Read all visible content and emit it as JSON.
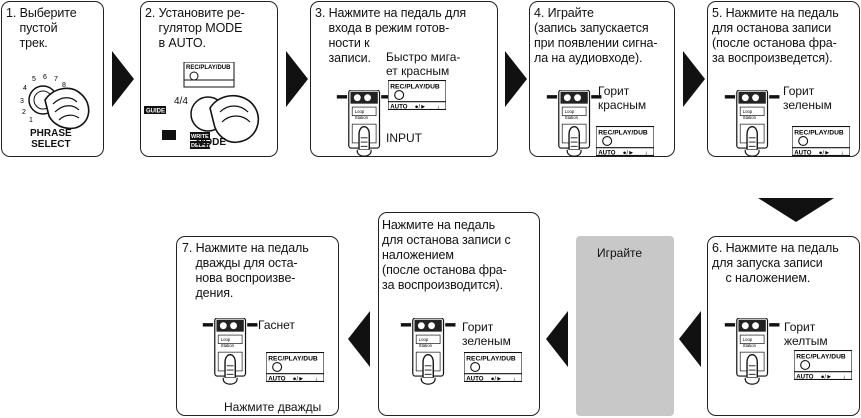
{
  "steps": [
    {
      "caption": "1. Выберите\n    пустой\n    трек."
    },
    {
      "caption": "2. Установите ре-\n    гулятор MODE\n    в AUTO."
    },
    {
      "caption": "3. Нажмите на педаль для\n    входа в режим готов-\n    ности к\n    записи."
    },
    {
      "caption": "4. Играйте\n(запись запускается\nпри появлении сигна-\nла на аудиовходе)."
    },
    {
      "caption": "5. Нажмите на педаль\nдля останова записи\n(после останова фра-\nза воспроизведется)."
    },
    {
      "caption": "6. Нажмите на педаль\nдля запуска записи\n    с наложением."
    },
    {
      "caption": "Нажмите на педаль\nдля останова записи с\nналожением\n(после останова фра-\nза воспроизводится)."
    },
    {
      "caption": "7. Нажмите на педаль\n    дважды для оста-\n    нова воспроизве-\n    дения."
    }
  ],
  "play_box": {
    "label": "Играйте"
  },
  "callouts": {
    "blink_red": "Быстро мига-\nет красным",
    "lit_red": "Горит\nкрасным",
    "lit_green_5": "Горит\nзеленым",
    "lit_yellow": "Горит\nжелтым",
    "lit_green_7": "Горит\nзеленым",
    "off": "Гаснет"
  },
  "labels": {
    "phrase_select": "PHRASE\nSELECT",
    "mode": "MODE",
    "guide": "GUIDE",
    "write": "WRITE",
    "delete": "DELETE",
    "input": "INPUT",
    "press_twice": "Нажмите дважды",
    "panel_title": "REC/PLAY/DUB",
    "panel_auto": "AUTO",
    "panel_rec": "●/►",
    "panel_note": "♩",
    "time_sig": "4/4",
    "dial_nums": [
      "1",
      "2",
      "3",
      "4",
      "5",
      "6",
      "7",
      "8"
    ]
  }
}
